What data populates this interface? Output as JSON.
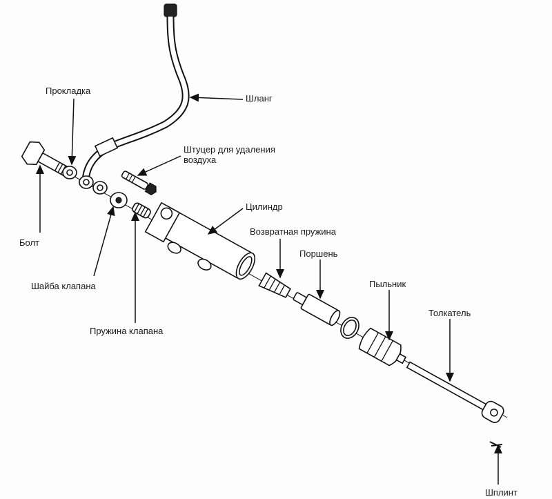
{
  "title": "Рабочий цилиндр сцепления — деталировка",
  "labels": {
    "gasket": "Прокладка",
    "hose": "Шланг",
    "bleeder_line1": "Штуцер для удаления",
    "bleeder_line2": "воздуха",
    "cylinder": "Цилиндр",
    "return_spring": "Возвратная пружина",
    "piston": "Поршень",
    "boot": "Пыльник",
    "pushrod": "Толкатель",
    "cotter_pin": "Шплинт",
    "bolt": "Болт",
    "valve_washer": "Шайба клапана",
    "valve_spring": "Пружина клапана"
  },
  "colors": {
    "ink": "#111111",
    "paper": "#fdfdfd"
  }
}
